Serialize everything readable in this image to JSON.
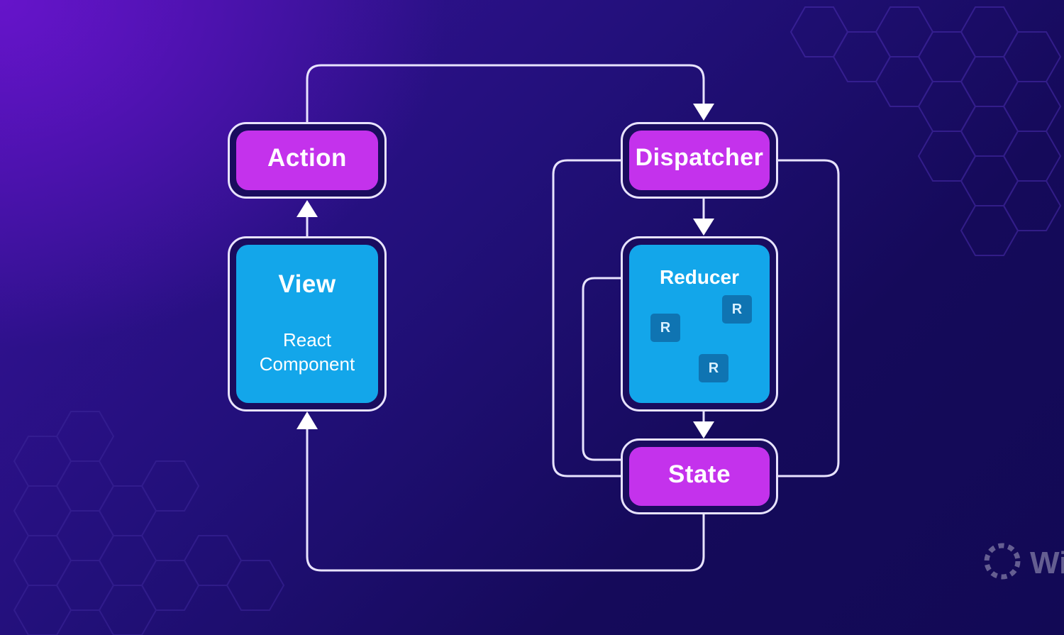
{
  "nodes": {
    "action": {
      "label": "Action"
    },
    "view": {
      "label": "View",
      "sublabel": "React\nComponent"
    },
    "dispatcher": {
      "label": "Dispatcher"
    },
    "reducer": {
      "label": "Reducer",
      "chips": [
        "R",
        "R",
        "R"
      ]
    },
    "state": {
      "label": "State"
    }
  },
  "colors": {
    "background": "#160a5e",
    "accent_magenta": "#c432ec",
    "accent_cyan": "#13a6ea",
    "line": "#e8e3ff"
  },
  "watermark": {
    "icon": "brand-logo-icon",
    "text": "Wi"
  }
}
